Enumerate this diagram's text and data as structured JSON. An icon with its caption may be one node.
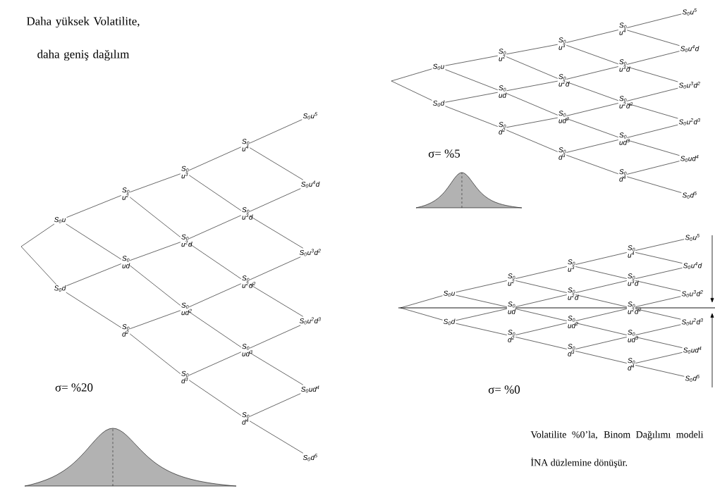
{
  "diagram": {
    "nodes": [
      {
        "text": [
          "S$_{0}$u"
        ]
      },
      {
        "text": [
          "S$_{0}$d"
        ]
      },
      {
        "text": [
          "S$_{0}$ u$^{2}$"
        ]
      },
      {
        "text": [
          "S$_{0}$ ud"
        ]
      },
      {
        "text": [
          "S$_{0}$ d$^{2}$"
        ]
      },
      {
        "text": [
          "S$_{0}$ u$^{3}$"
        ]
      },
      {
        "text": [
          "S$_{0}$ u$^{2}$d"
        ]
      },
      {
        "text": [
          "S$_{0}$ ud$^{2}$"
        ]
      },
      {
        "text": [
          "S$_{0}$ d$^{3}$"
        ]
      },
      {
        "text": [
          "S$_{0}$ u$^{4}$"
        ]
      },
      {
        "text": [
          "S$_{0}$ u$^{3}$d"
        ]
      },
      {
        "text": [
          "S$_{0}$ u$^{2}$d$^{2}$"
        ]
      },
      {
        "text": [
          "S$_{0}$ ud$^{3}$"
        ]
      },
      {
        "text": [
          "S$_{0}$ d$^{4}$"
        ]
      },
      {
        "text": [
          "S$_{0}$u$^{5}$"
        ]
      },
      {
        "text": [
          "S$_{0}$u$^{4}$d"
        ]
      },
      {
        "text": [
          "S$_{0}$u$^{3}$d$^{2}$"
        ]
      },
      {
        "text": [
          "S$_{0}$u$^{2}$d$^{3}$"
        ]
      },
      {
        "text": [
          "S$_{0}$ud$^{4}$"
        ]
      },
      {
        "text": [
          "S$_{0}$d$^{5}$"
        ]
      },
      {
        "text": [
          "S$_{0}$u"
        ]
      },
      {
        "text": [
          "S$_{0}$d"
        ]
      },
      {
        "text": [
          "S$_{0}$ u$^{2}$"
        ]
      },
      {
        "text": [
          "S$_{0}$ ud"
        ]
      },
      {
        "text": [
          "S$_{0}$ d$^{2}$"
        ]
      },
      {
        "text": [
          "S$_{0}$ u$^{3}$"
        ]
      },
      {
        "text": [
          "S$_{0}$ u$^{2}$d"
        ]
      },
      {
        "text": [
          "S$_{0}$ ud$^{2}$"
        ]
      },
      {
        "text": [
          "S$_{0}$ d$^{3}$"
        ]
      },
      {
        "text": [
          "S$_{0}$ u$^{4}$"
        ]
      },
      {
        "text": [
          "S$_{0}$ u$^{3}$d"
        ]
      },
      {
        "text": [
          "S$_{0}$ u$^{2}$d$^{2}$"
        ]
      },
      {
        "text": [
          "S$_{0}$ ud$^{3}$"
        ]
      },
      {
        "text": [
          "S$_{0}$ d$^{4}$"
        ]
      },
      {
        "text": [
          "S$_{0}$u$^{5}$"
        ]
      },
      {
        "text": [
          "S$_{0}$u$^{4}$d"
        ]
      },
      {
        "text": [
          "S$_{0}$u$^{3}$d$^{2}$"
        ]
      },
      {
        "text": [
          "S$_{0}$u$^{2}$d$^{3}$"
        ]
      },
      {
        "text": [
          "S$_{0}$ud$^{4}$"
        ]
      },
      {
        "text": [
          "S$_{0}$d$^{5}$"
        ]
      },
      {
        "text": [
          "S$_{0}$u"
        ]
      },
      {
        "text": [
          "S$_{0}$d"
        ]
      },
      {
        "text": [
          "S$_{0}$ u$^{2}$"
        ]
      },
      {
        "text": [
          "S$_{0}$ ud"
        ]
      },
      {
        "text": [
          "S$_{0}$ d$^{2}$"
        ]
      },
      {
        "text": [
          "S$_{0}$ u$^{3}$"
        ]
      },
      {
        "text": [
          "S$_{0}$ u$^{2}$d"
        ]
      },
      {
        "text": [
          "S$_{0}$ ud$^{2}$"
        ]
      },
      {
        "text": [
          "S$_{0}$ d$^{3}$"
        ]
      },
      {
        "text": [
          "S$_{0}$ u$^{4}$"
        ]
      },
      {
        "text": [
          "S$_{0}$ u$^{3}$d"
        ]
      },
      {
        "text": [
          "S$_{0}$ u$^{2}$d$^{2}$"
        ]
      },
      {
        "text": [
          "S$_{0}$ ud$^{3}$"
        ]
      },
      {
        "text": [
          "S$_{0}$ d$^{4}$"
        ]
      },
      {
        "text": [
          "S$_{0}$u$^{5}$"
        ]
      },
      {
        "text": [
          "S$_{0}$u$^{4}$d"
        ]
      },
      {
        "text": [
          "S$_{0}$u$^{3}$d$^{2}$"
        ]
      },
      {
        "text": [
          "S$_{0}$u$^{2}$d$^{3}$"
        ]
      },
      {
        "text": [
          "S$_{0}$ud$^{4}$"
        ]
      },
      {
        "text": [
          "S$_{0}$d$^{5}$"
        ]
      }
    ],
    "edges": [
      {
        "from": null,
        "to": 0,
        "arrow": "none"
      },
      {
        "from": null,
        "to": 1,
        "arrow": "none"
      },
      {
        "from": 0,
        "to": 2,
        "arrow": "none"
      },
      {
        "from": 0,
        "to": 3,
        "arrow": "none"
      },
      {
        "from": 1,
        "to": 3,
        "arrow": "none"
      },
      {
        "from": 1,
        "to": 4,
        "arrow": "none"
      },
      {
        "from": 2,
        "to": 5,
        "arrow": "none"
      },
      {
        "from": 2,
        "to": 6,
        "arrow": "none"
      },
      {
        "from": 3,
        "to": 6,
        "arrow": "none"
      },
      {
        "from": 3,
        "to": 7,
        "arrow": "none"
      },
      {
        "from": 4,
        "to": 7,
        "arrow": "none"
      },
      {
        "from": 4,
        "to": 8,
        "arrow": "none"
      },
      {
        "from": 5,
        "to": 9,
        "arrow": "none"
      },
      {
        "from": 5,
        "to": 10,
        "arrow": "none"
      },
      {
        "from": 6,
        "to": 10,
        "arrow": "none"
      },
      {
        "from": 6,
        "to": 11,
        "arrow": "none"
      },
      {
        "from": 7,
        "to": 11,
        "arrow": "none"
      },
      {
        "from": 7,
        "to": 12,
        "arrow": "none"
      },
      {
        "from": 8,
        "to": 12,
        "arrow": "none"
      },
      {
        "from": 8,
        "to": 13,
        "arrow": "none"
      },
      {
        "from": 9,
        "to": 14,
        "arrow": "none"
      },
      {
        "from": 9,
        "to": 15,
        "arrow": "none"
      },
      {
        "from": 10,
        "to": 15,
        "arrow": "none"
      },
      {
        "from": 10,
        "to": 16,
        "arrow": "none"
      },
      {
        "from": 11,
        "to": 16,
        "arrow": "none"
      },
      {
        "from": 11,
        "to": 17,
        "arrow": "none"
      },
      {
        "from": 12,
        "to": 17,
        "arrow": "none"
      },
      {
        "from": 12,
        "to": 18,
        "arrow": "none"
      },
      {
        "from": 13,
        "to": 18,
        "arrow": "none"
      },
      {
        "from": 13,
        "to": 19,
        "arrow": "none"
      },
      {
        "from": null,
        "to": 20,
        "arrow": "none"
      },
      {
        "from": null,
        "to": 21,
        "arrow": "none"
      },
      {
        "from": 20,
        "to": 22,
        "arrow": "none"
      },
      {
        "from": 20,
        "to": 23,
        "arrow": "none"
      },
      {
        "from": 21,
        "to": 23,
        "arrow": "none"
      },
      {
        "from": 21,
        "to": 24,
        "arrow": "none"
      },
      {
        "from": 22,
        "to": 25,
        "arrow": "none"
      },
      {
        "from": 22,
        "to": 26,
        "arrow": "none"
      },
      {
        "from": 23,
        "to": 26,
        "arrow": "none"
      },
      {
        "from": 23,
        "to": 27,
        "arrow": "none"
      },
      {
        "from": 24,
        "to": 27,
        "arrow": "none"
      },
      {
        "from": 24,
        "to": 28,
        "arrow": "none"
      },
      {
        "from": 25,
        "to": 29,
        "arrow": "none"
      },
      {
        "from": 25,
        "to": 30,
        "arrow": "none"
      },
      {
        "from": 26,
        "to": 30,
        "arrow": "none"
      },
      {
        "from": 26,
        "to": 31,
        "arrow": "none"
      },
      {
        "from": 27,
        "to": 31,
        "arrow": "none"
      },
      {
        "from": 27,
        "to": 32,
        "arrow": "none"
      },
      {
        "from": 28,
        "to": 32,
        "arrow": "none"
      },
      {
        "from": 28,
        "to": 33,
        "arrow": "none"
      },
      {
        "from": 29,
        "to": 34,
        "arrow": "none"
      },
      {
        "from": 29,
        "to": 35,
        "arrow": "none"
      },
      {
        "from": 30,
        "to": 35,
        "arrow": "none"
      },
      {
        "from": 30,
        "to": 36,
        "arrow": "none"
      },
      {
        "from": 31,
        "to": 36,
        "arrow": "none"
      },
      {
        "from": 31,
        "to": 37,
        "arrow": "none"
      },
      {
        "from": 32,
        "to": 37,
        "arrow": "none"
      },
      {
        "from": 32,
        "to": 38,
        "arrow": "none"
      },
      {
        "from": 33,
        "to": 38,
        "arrow": "none"
      },
      {
        "from": 33,
        "to": 39,
        "arrow": "none"
      },
      {
        "from": null,
        "to": 40,
        "arrow": "none"
      },
      {
        "from": null,
        "to": 41,
        "arrow": "none"
      },
      {
        "from": 40,
        "to": 42,
        "arrow": "none"
      },
      {
        "from": 40,
        "to": 43,
        "arrow": "none"
      },
      {
        "from": 41,
        "to": 43,
        "arrow": "none"
      },
      {
        "from": 41,
        "to": 44,
        "arrow": "none"
      },
      {
        "from": 42,
        "to": 45,
        "arrow": "none"
      },
      {
        "from": 42,
        "to": 46,
        "arrow": "none"
      },
      {
        "from": 43,
        "to": 46,
        "arrow": "none"
      },
      {
        "from": 43,
        "to": 47,
        "arrow": "none"
      },
      {
        "from": 44,
        "to": 47,
        "arrow": "none"
      },
      {
        "from": 44,
        "to": 48,
        "arrow": "none"
      },
      {
        "from": 45,
        "to": 49,
        "arrow": "none"
      },
      {
        "from": 45,
        "to": 50,
        "arrow": "none"
      },
      {
        "from": 46,
        "to": 50,
        "arrow": "none"
      },
      {
        "from": 46,
        "to": 51,
        "arrow": "none"
      },
      {
        "from": 47,
        "to": 51,
        "arrow": "none"
      },
      {
        "from": 47,
        "to": 52,
        "arrow": "none"
      },
      {
        "from": 48,
        "to": 52,
        "arrow": "none"
      },
      {
        "from": 48,
        "to": 53,
        "arrow": "none"
      },
      {
        "from": 49,
        "to": 54,
        "arrow": "none"
      },
      {
        "from": 49,
        "to": 55,
        "arrow": "none"
      },
      {
        "from": 50,
        "to": 55,
        "arrow": "none"
      },
      {
        "from": 50,
        "to": 56,
        "arrow": "none"
      },
      {
        "from": 51,
        "to": 56,
        "arrow": "none"
      },
      {
        "from": 51,
        "to": 57,
        "arrow": "none"
      },
      {
        "from": 52,
        "to": 57,
        "arrow": "none"
      },
      {
        "from": 52,
        "to": 58,
        "arrow": "none"
      },
      {
        "from": 53,
        "to": 58,
        "arrow": "none"
      },
      {
        "from": 53,
        "to": 59,
        "arrow": "none"
      }
    ],
    "labels": [
      "Daha yüksek Volatilite, daha geniş dağılım",
      "σ= %20",
      "σ= %5",
      "σ= %0",
      "Volatilite %0’la, Binom Dağılımı modeli İNA düzlemine dönüşür."
    ]
  }
}
